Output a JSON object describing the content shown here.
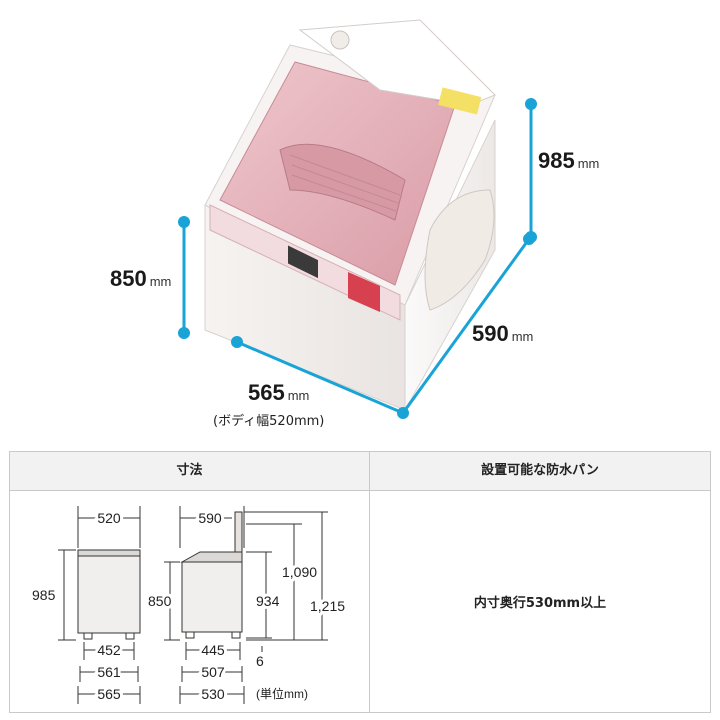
{
  "hero": {
    "height_body": {
      "value": "850",
      "unit": "mm"
    },
    "height_total": {
      "value": "985",
      "unit": "mm"
    },
    "width": {
      "value": "565",
      "unit": "mm",
      "note": "(ボディ幅520mm)"
    },
    "depth": {
      "value": "590",
      "unit": "mm"
    }
  },
  "table": {
    "col1_header": "寸法",
    "col2_header": "設置可能な防水パン",
    "pan_requirement": "内寸奥行530mm以上",
    "front_view": {
      "top_width": "520",
      "height": "985",
      "bottom": [
        "452",
        "561",
        "565"
      ]
    },
    "side_view": {
      "top_depth": "590",
      "left_height": "850",
      "inner_height": "934",
      "right_heights": [
        "1,090",
        "1,215"
      ],
      "foot_gap": "6",
      "bottom": [
        "445",
        "507",
        "530"
      ],
      "unit_note": "(単位mm)"
    }
  },
  "colors": {
    "dimension_line": "#19a3d6",
    "lid_pink": "#e7b2ba",
    "body": "#f4f1ee"
  }
}
